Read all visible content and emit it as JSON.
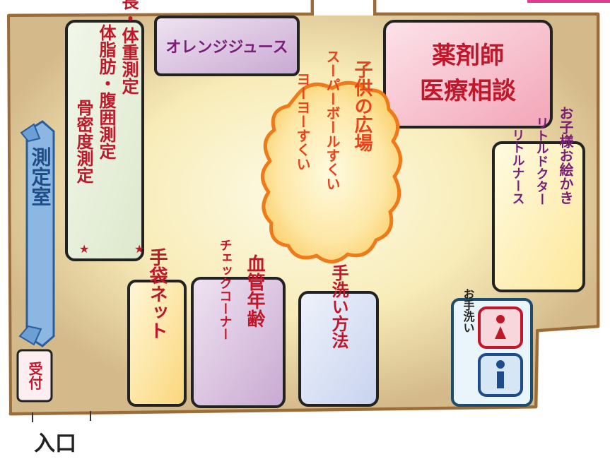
{
  "map": {
    "entrance_label": "入口",
    "reception": {
      "label": "受付"
    },
    "exam_room": {
      "label": "測定室"
    },
    "measurements": {
      "column1": "身長・体重測定",
      "column2": "体脂肪・腹囲測定",
      "column3": "骨密度測定"
    },
    "orange_juice": {
      "label": "オレンジジュース"
    },
    "pharmacist": {
      "line1": "薬剤師",
      "line2": "医療相談"
    },
    "plaza": {
      "title": "子供の広場",
      "line2": "スーパーボールすくい",
      "line3": "ヨーヨーすくい"
    },
    "games": {
      "line1": "お子様お絵かき",
      "line2": "リトルドクター",
      "line3": "リトルナース"
    },
    "restroom": {
      "label": "お手洗い"
    },
    "slippers": {
      "label": "手袋ネット"
    },
    "blood_age": {
      "line1": "血管年齢",
      "line2": "チェックコーナー"
    },
    "handwash": {
      "label": "手洗い方法"
    },
    "colors": {
      "floor": "#f6eeb0",
      "border": "#b5854a",
      "red_text": "#c0182a",
      "purple_text": "#7a1e78",
      "blue_ribbon": "#6c9fd4"
    }
  }
}
